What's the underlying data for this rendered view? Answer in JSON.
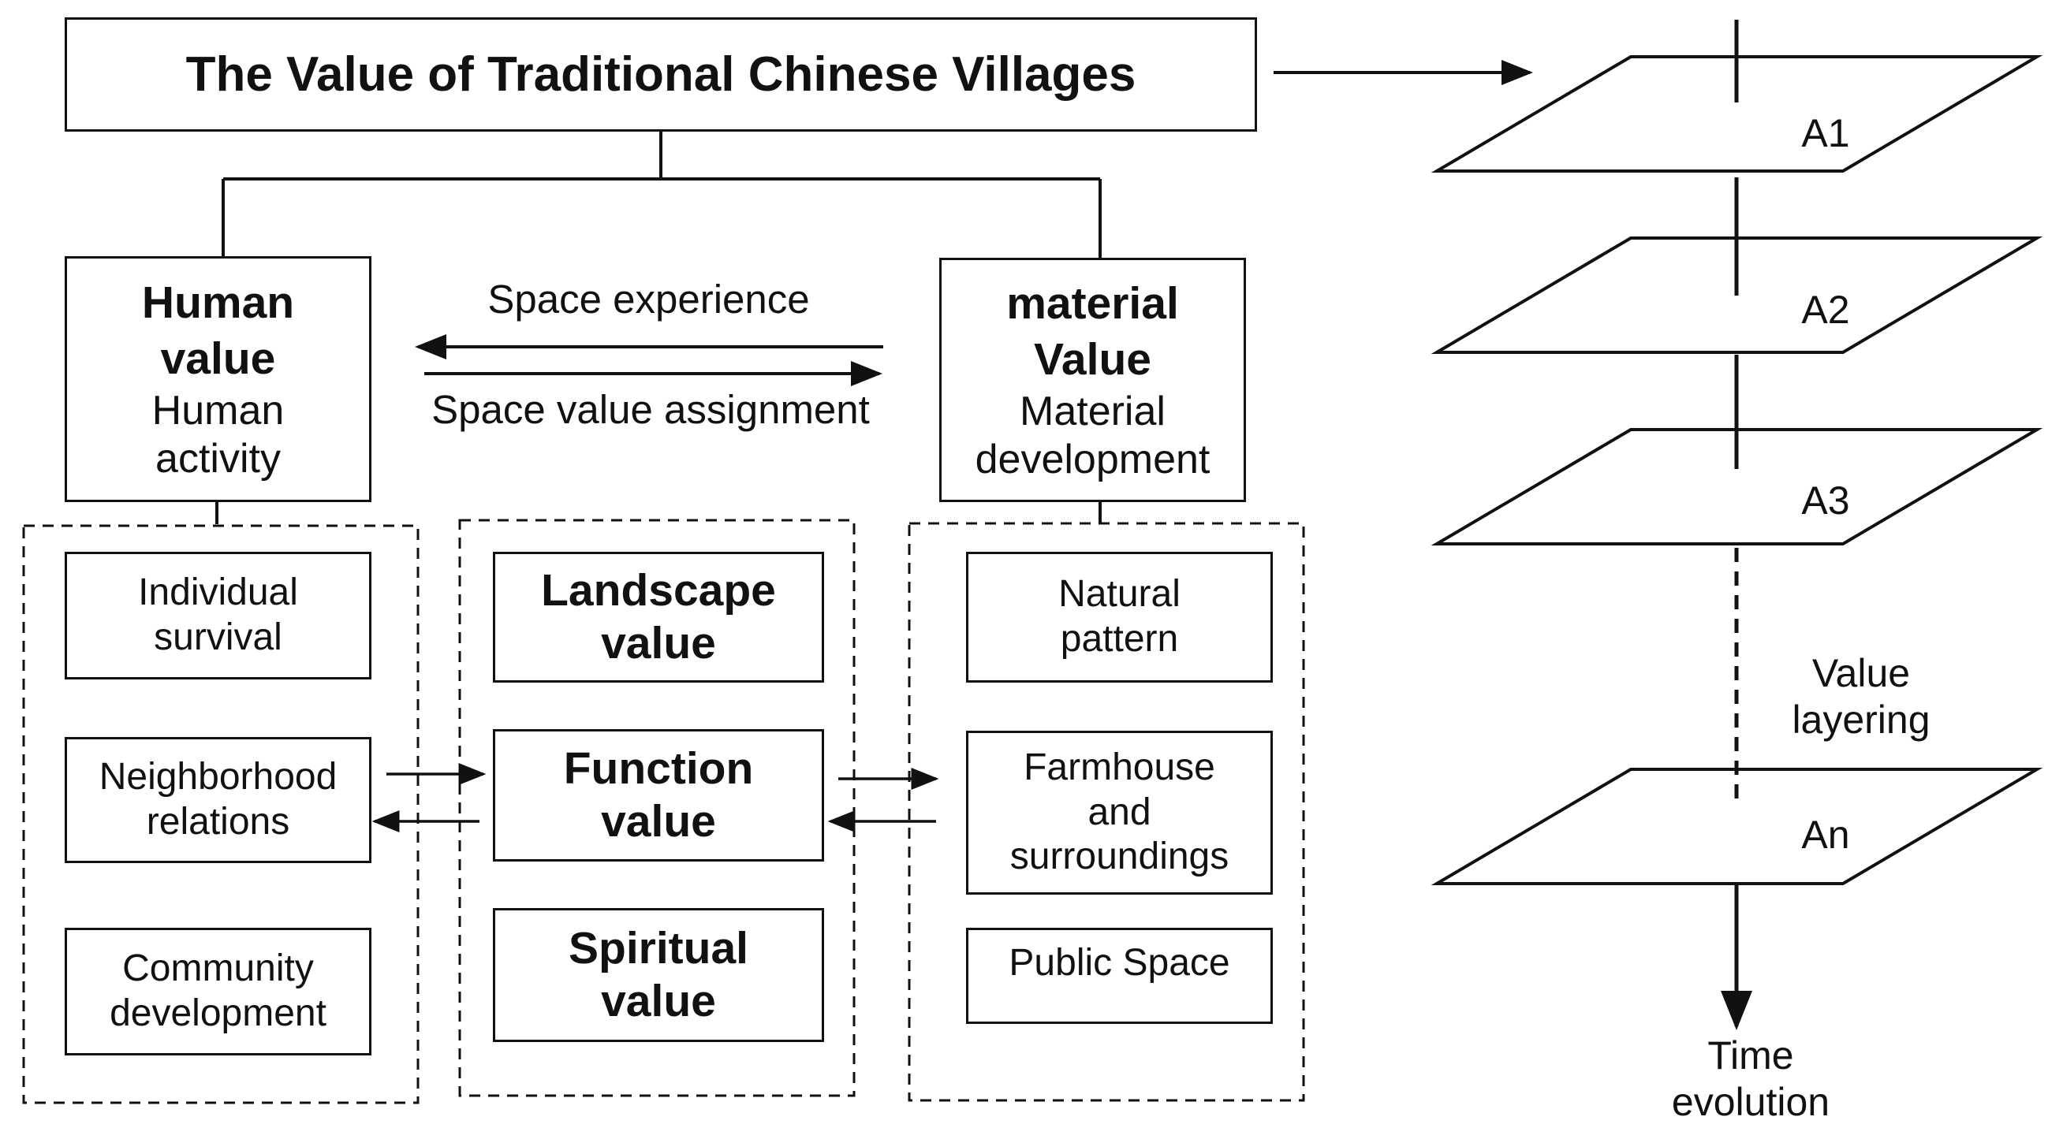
{
  "title": "The Value of Traditional Chinese Villages",
  "human": {
    "heading": "Human value",
    "sub": "Human activity",
    "items": [
      "Individual survival",
      "Neighborhood relations",
      "Community development"
    ]
  },
  "material": {
    "heading": "material Value",
    "sub": "Material development",
    "items": [
      "Natural pattern",
      "Farmhouse and surroundings",
      "Public Space"
    ]
  },
  "center": {
    "items": [
      "Landscape value",
      "Function value",
      "Spiritual value"
    ]
  },
  "arrows": {
    "top_label": "Space experience",
    "bottom_label": "Space value assignment"
  },
  "layers": {
    "labels": [
      "A1",
      "A2",
      "A3",
      "An"
    ],
    "layering_label": "Value layering",
    "time_label": "Time evolution"
  }
}
